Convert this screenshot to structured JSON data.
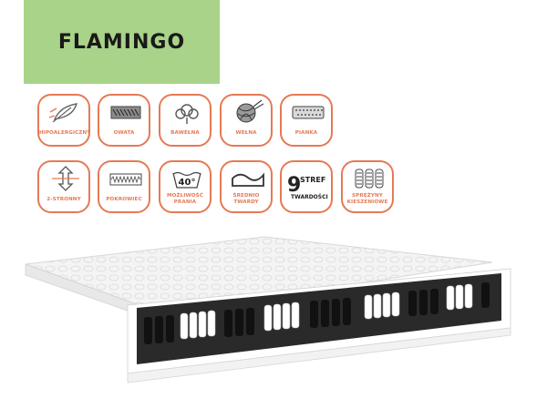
{
  "banner": {
    "title": "FLAMINGO",
    "color": "#a9d389"
  },
  "accent_color": "#e57a55",
  "features": [
    {
      "icon": "feather-icon",
      "label": "HIPOALERGICZNY"
    },
    {
      "icon": "fabric-icon",
      "label": "OWATA"
    },
    {
      "icon": "cotton-icon",
      "label": "BAWEŁNA"
    },
    {
      "icon": "wool-ball-icon",
      "label": "WEŁNA"
    },
    {
      "icon": "foam-icon",
      "label": "PIANKA"
    },
    {
      "icon": "flip-arrows-icon",
      "label": "2-STRONNY"
    },
    {
      "icon": "zipper-cover-icon",
      "label": "POKROWIEC"
    },
    {
      "icon": "wash-40-icon",
      "icon_text": "40°",
      "label_line1": "MOŻLIWOŚĆ",
      "label_line2": "PRANIA"
    },
    {
      "icon": "wave-firmness-icon",
      "label_line1": "ŚREDNIO",
      "label_line2": "TWARDY"
    },
    {
      "icon": "zones-icon",
      "icon_num": "9",
      "icon_word1": "STREF",
      "icon_word2": "TWARDOŚCI"
    },
    {
      "icon": "pocket-springs-icon",
      "label_line1": "SPRĘŻYNY",
      "label_line2": "KIESZENIOWE"
    }
  ]
}
